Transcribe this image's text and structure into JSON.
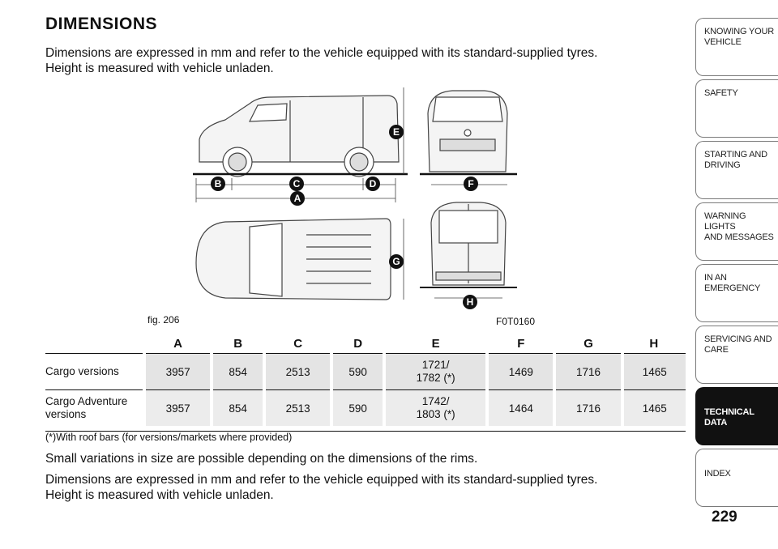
{
  "page": {
    "title": "DIMENSIONS",
    "intro_line1": "Dimensions are expressed in mm and refer to the vehicle equipped with its standard-supplied tyres.",
    "intro_line2": "Height is measured with vehicle unladen.",
    "figure_label": "fig. 206",
    "figure_code": "F0T0160",
    "page_number": "229"
  },
  "figure": {
    "markers": [
      "A",
      "B",
      "C",
      "D",
      "E",
      "F",
      "G",
      "H"
    ]
  },
  "table": {
    "headers": [
      "A",
      "B",
      "C",
      "D",
      "E",
      "F",
      "G",
      "H"
    ],
    "rows": [
      {
        "label": "Cargo versions",
        "values": [
          "3957",
          "854",
          "2513",
          "590",
          "1721/\n1782 (*)",
          "1469",
          "1716",
          "1465"
        ]
      },
      {
        "label": "Cargo Adventure versions",
        "values": [
          "3957",
          "854",
          "2513",
          "590",
          "1742/\n1803 (*)",
          "1464",
          "1716",
          "1465"
        ]
      }
    ],
    "footnote": "(*)With roof bars (for versions/markets where provided)"
  },
  "notes": {
    "para1": "Small variations in size are possible depending on the dimensions of the rims.",
    "para2_line1": "Dimensions are expressed in mm and refer to the vehicle equipped with its standard-supplied tyres.",
    "para2_line2": "Height is measured with vehicle unladen."
  },
  "sidebar": {
    "tabs": [
      {
        "line1": "KNOWING YOUR",
        "line2": "VEHICLE",
        "active": false
      },
      {
        "line1": "SAFETY",
        "line2": "",
        "active": false
      },
      {
        "line1": "STARTING AND",
        "line2": "DRIVING",
        "active": false
      },
      {
        "line1": "WARNING LIGHTS",
        "line2": "AND MESSAGES",
        "active": false
      },
      {
        "line1": "IN AN EMERGENCY",
        "line2": "",
        "active": false
      },
      {
        "line1": "SERVICING AND",
        "line2": "CARE",
        "active": false
      },
      {
        "line1": "TECHNICAL DATA",
        "line2": "",
        "active": true
      },
      {
        "line1": "INDEX",
        "line2": "",
        "active": false
      }
    ]
  }
}
